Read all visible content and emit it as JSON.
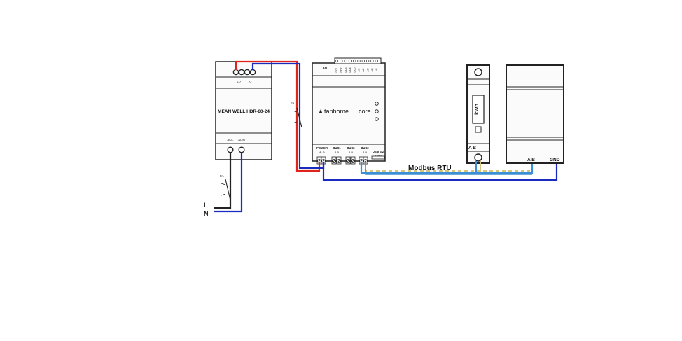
{
  "psu": {
    "model": "MEAN WELL HDR-60-24",
    "out_pos": "+V",
    "out_neg": "-V",
    "in_l": "AC/L",
    "in_n": "AC/N"
  },
  "core": {
    "brand": "taphome",
    "product": "core",
    "lan": "LAN",
    "top_pins": [
      "DO1",
      "DO2",
      "DO3",
      "DO4",
      "DO5",
      "AI1",
      "AI2",
      "AI3",
      "AI4",
      "AI5"
    ],
    "power_label": "POWER",
    "power_pins": "⊕  ⊖",
    "bus1_label": "BUS1",
    "bus2_label": "BUS2",
    "bus3_label": "BUS3",
    "bus_pins": "A  B",
    "usm_label": "USM 3.2",
    "usm_sub": "RS-485"
  },
  "fuses": {
    "fuse1": "FA",
    "fuse2": "FA"
  },
  "meter": {
    "display": "kWh",
    "terminals": "A B"
  },
  "device": {
    "terminals_ab": "A B",
    "terminal_gnd": "GND"
  },
  "bus": {
    "label": "Modbus RTU"
  },
  "mains": {
    "l": "L",
    "n": "N"
  },
  "colors": {
    "red": "#e0231b",
    "blue": "#1a2bbf",
    "bus_blue": "#3a8fd6",
    "bus_dash": "#d8c478"
  }
}
